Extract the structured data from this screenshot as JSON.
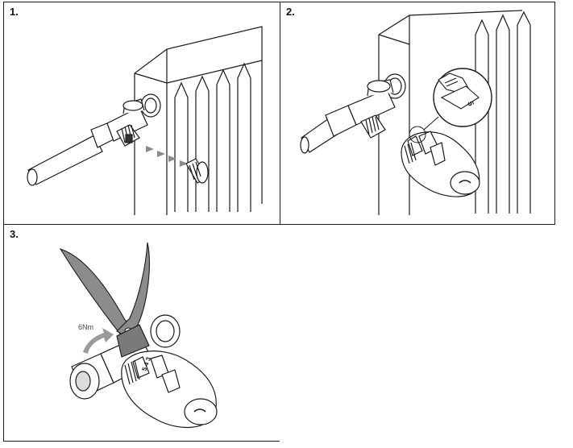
{
  "steps": [
    {
      "label": "1."
    },
    {
      "label": "2."
    },
    {
      "label": "3.",
      "torque": "6Nm"
    }
  ],
  "zoom_setting": "5",
  "dial_marks": "5 4 3",
  "colors": {
    "line": "#1a1a1a",
    "wrench": "#8c8c8c",
    "arrow": "#9a9a9a",
    "dots": "#8a8a8a"
  },
  "icons": [
    "radiator",
    "valve-body",
    "protective-cap",
    "thermostatic-head",
    "zoom-callout",
    "wrench",
    "rotation-arrow"
  ]
}
